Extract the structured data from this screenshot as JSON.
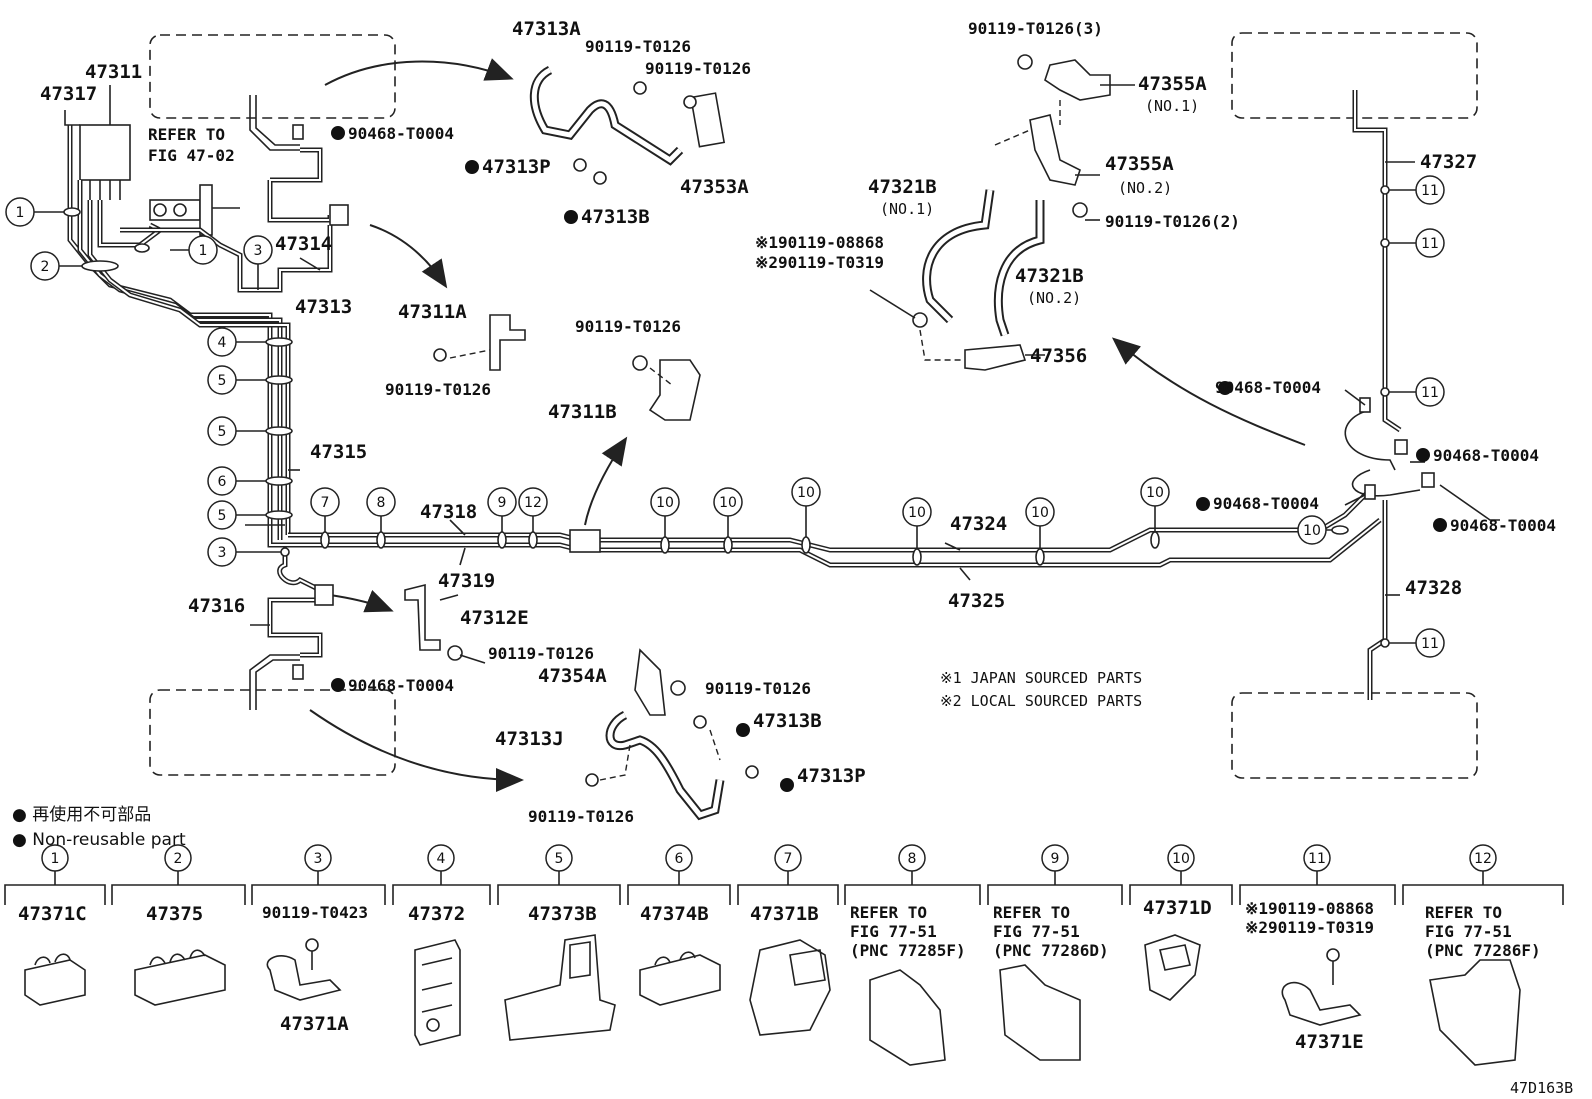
{
  "parts": {
    "p47311": "47311",
    "p47317": "47317",
    "refer_fig_line1": "REFER TO",
    "refer_fig_line2": "FIG 47-02",
    "p90468_a": "90468-T0004",
    "p47314": "47314",
    "p47313": "47313",
    "p47315": "47315",
    "p47318": "47318",
    "p47319": "47319",
    "p47316": "47316",
    "p47312E": "47312E",
    "p90119_312e": "90119-T0126",
    "p90468_b": "90468-T0004",
    "p47354A": "47354A",
    "p90119_354a": "90119-T0126",
    "p47313B_lo": "47313B",
    "p47313J": "47313J",
    "p47313P_lo": "47313P",
    "p90119_313j": "90119-T0126",
    "p47313A": "47313A",
    "p90119_313a_1": "90119-T0126",
    "p90119_313a_2": "90119-T0126",
    "p47313P_up": "47313P",
    "p47313B_up": "47313B",
    "p47353A": "47353A",
    "p47311A": "47311A",
    "p90119_311a": "90119-T0126",
    "p90119_311b": "90119-T0126",
    "p47311B": "47311B",
    "p90119_355a1": "90119-T0126(3)",
    "p47355A_1": "47355A",
    "p47355A_1_sub": "(NO.1)",
    "p47355A_2": "47355A",
    "p47355A_2_sub": "(NO.2)",
    "p90119_355a2": "90119-T0126(2)",
    "p47321B_1": "47321B",
    "p47321B_1_sub": "(NO.1)",
    "p47321B_2": "47321B",
    "p47321B_2_sub": "(NO.2)",
    "p_ref1_356": "※190119-08868",
    "p_ref2_356": "※290119-T0319",
    "p47356": "47356",
    "p47327": "47327",
    "p90468_c": "90468-T0004",
    "p90468_d": "90468-T0004",
    "p90468_e": "90468-T0004",
    "p90468_f": "90468-T0004",
    "p47324": "47324",
    "p47325": "47325",
    "p47328": "47328"
  },
  "notes": {
    "japan": "※1 JAPAN SOURCED PARTS",
    "local": "※2 LOCAL SOURCED PARTS",
    "nonreuse_jp": "● 再使用不可部品",
    "nonreuse_en": "● Non-reusable part",
    "drawing_code": "47D163B"
  },
  "callouts": {
    "c1": "1",
    "c2": "2",
    "c3": "3",
    "c4": "4",
    "c5": "5",
    "c6": "6",
    "c7": "7",
    "c8": "8",
    "c9": "9",
    "c10": "10",
    "c11": "11",
    "c12": "12"
  },
  "legend": [
    {
      "num": "1",
      "lines": [
        "47371C"
      ],
      "part": ""
    },
    {
      "num": "2",
      "lines": [
        "47375"
      ],
      "part": ""
    },
    {
      "num": "3",
      "lines": [
        "90119-T0423"
      ],
      "part": "47371A"
    },
    {
      "num": "4",
      "lines": [
        "47372"
      ],
      "part": ""
    },
    {
      "num": "5",
      "lines": [
        "47373B"
      ],
      "part": ""
    },
    {
      "num": "6",
      "lines": [
        "47374B"
      ],
      "part": ""
    },
    {
      "num": "7",
      "lines": [
        "47371B"
      ],
      "part": ""
    },
    {
      "num": "8",
      "lines": [
        "REFER TO",
        "FIG 77-51",
        "(PNC 77285F)"
      ],
      "part": ""
    },
    {
      "num": "9",
      "lines": [
        "REFER TO",
        "FIG 77-51",
        "(PNC 77286D)"
      ],
      "part": ""
    },
    {
      "num": "10",
      "lines": [
        "47371D"
      ],
      "part": ""
    },
    {
      "num": "11",
      "lines": [
        "※190119-08868",
        "※290119-T0319"
      ],
      "part": "47371E"
    },
    {
      "num": "12",
      "lines": [
        "REFER TO",
        "FIG 77-51",
        "(PNC 77286F)"
      ],
      "part": ""
    }
  ]
}
